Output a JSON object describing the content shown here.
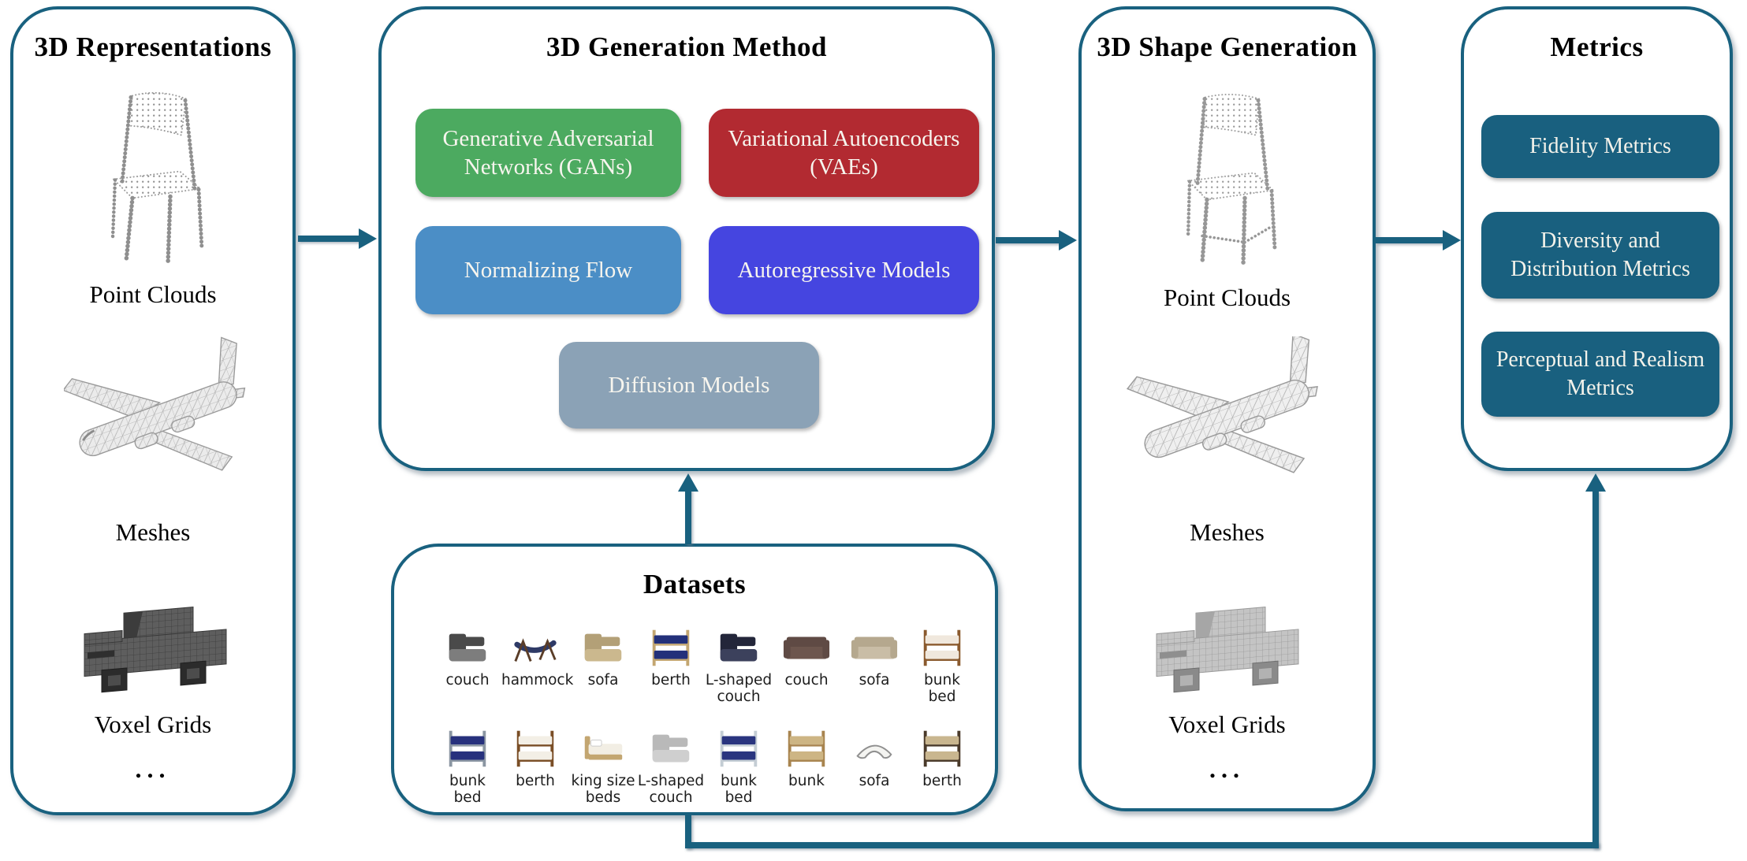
{
  "colors": {
    "accent_teal": "#19617f",
    "metric_box": "#19607f",
    "gan_green": "#4caa60",
    "vae_red": "#b22a31",
    "flow_blue": "#4b8ec6",
    "autoreg_indigo": "#4545e0",
    "diffusion_gray": "#8ba2b6"
  },
  "panels": {
    "representations": {
      "title": "3D Representations",
      "items": [
        {
          "label": "Point Clouds",
          "icon": "chair-pointcloud-icon"
        },
        {
          "label": "Meshes",
          "icon": "airplane-mesh-icon"
        },
        {
          "label": "Voxel Grids",
          "icon": "voxel-car-icon"
        }
      ],
      "ellipsis": "..."
    },
    "generation_method": {
      "title": "3D Generation Method",
      "methods": [
        {
          "label": "Generative Adversarial Networks (GANs)",
          "color": "#4caa60"
        },
        {
          "label": "Variational Autoencoders (VAEs)",
          "color": "#b22a31"
        },
        {
          "label": "Normalizing Flow",
          "color": "#4b8ec6"
        },
        {
          "label": "Autoregressive Models",
          "color": "#4545e0"
        },
        {
          "label": "Diffusion Models",
          "color": "#8ba2b6"
        }
      ]
    },
    "datasets": {
      "title": "Datasets",
      "row1": [
        {
          "label": "couch",
          "shape": "lcouch",
          "c1": "#4a4a4a",
          "c2": "#7d7d7d"
        },
        {
          "label": "hammock",
          "shape": "hammock",
          "c1": "#2e3a66",
          "c2": "#5a3d28"
        },
        {
          "label": "sofa",
          "shape": "lcouch",
          "c1": "#b3a077",
          "c2": "#cbb88e"
        },
        {
          "label": "berth",
          "shape": "bunk",
          "c1": "#23307a",
          "c2": "#c3a671"
        },
        {
          "label": "L-shaped couch",
          "shape": "lcouch",
          "c1": "#23263a",
          "c2": "#3c415c"
        },
        {
          "label": "couch",
          "shape": "couch",
          "c1": "#5f4a44",
          "c2": "#6d564e"
        },
        {
          "label": "sofa",
          "shape": "couch",
          "c1": "#b5a88e",
          "c2": "#c9bda6"
        },
        {
          "label": "bunk bed",
          "shape": "bunk",
          "c1": "#f0e8dd",
          "c2": "#8a5a2e"
        }
      ],
      "row2": [
        {
          "label": "bunk bed",
          "shape": "bunk",
          "c1": "#27317d",
          "c2": "#8b96a2"
        },
        {
          "label": "berth",
          "shape": "bunk",
          "c1": "#f3efe6",
          "c2": "#7a4e26"
        },
        {
          "label": "king size beds",
          "shape": "bed",
          "c1": "#f2eee4",
          "c2": "#c3a671"
        },
        {
          "label": "L-shaped couch",
          "shape": "lcouch",
          "c1": "#b9b9b9",
          "c2": "#cfcfcf"
        },
        {
          "label": "bunk bed",
          "shape": "bunk",
          "c1": "#2a357f",
          "c2": "#c4cdd4"
        },
        {
          "label": "bunk",
          "shape": "bunk",
          "c1": "#cdb584",
          "c2": "#a8844f"
        },
        {
          "label": "sofa",
          "shape": "curved",
          "c1": "#f4f4f1",
          "c2": "#8f8f8f"
        },
        {
          "label": "berth",
          "shape": "bunk",
          "c1": "#c9b68f",
          "c2": "#4a3a2a"
        }
      ]
    },
    "shape_generation": {
      "title": "3D Shape Generation",
      "items": [
        {
          "label": "Point Clouds",
          "icon": "chair-pointcloud-icon"
        },
        {
          "label": "Meshes",
          "icon": "airplane-mesh-icon"
        },
        {
          "label": "Voxel Grids",
          "icon": "voxel-car-icon"
        }
      ],
      "ellipsis": "..."
    },
    "metrics": {
      "title": "Metrics",
      "boxes": [
        {
          "label": "Fidelity Metrics"
        },
        {
          "label": "Diversity and Distribution Metrics"
        },
        {
          "label": "Perceptual and Realism Metrics"
        }
      ]
    }
  }
}
